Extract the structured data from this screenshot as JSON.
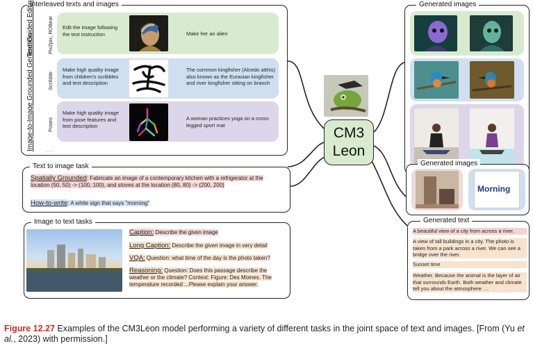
{
  "interleaved": {
    "title": "Interleaved texts and images",
    "group1_label": "Text-Guided Editing",
    "group2_label": "Image-to-Image Grounded Generation",
    "ellipsis": ". . .",
    "rows": [
      {
        "side": "Pix2pix, RDBear",
        "instruction": "Edit the image following the text instruction",
        "prompt": "Make her an alien"
      },
      {
        "side": "Scribble",
        "instruction": "Make high quality image from children's scribbles and text description",
        "prompt": "The common kingfisher (Alcedo atthis) also known as the Eurasian kingfisher and river kingfisher sitting on branch"
      },
      {
        "side": "Poses",
        "instruction": "Make high quality image from pose features and text description",
        "prompt": "A woman practices yoga on a cross-legged sport mat"
      }
    ]
  },
  "generated_top": {
    "title": "Generated images"
  },
  "generated_mid": {
    "title": "Generated images",
    "logo_text": "Morning"
  },
  "text_to_image": {
    "title": "Text to image task",
    "spatial_label": "Spatially Grounded",
    "spatial_text": ": Fabricate an image of a contemporary kitchen with a refrigerator at the location (50, 50) -> (100, 100), and stoves at the location (80, 80) -> (200, 200)",
    "howto_label": "How-to-write",
    "howto_text": ": A white sign that says \"morning\""
  },
  "image_to_text": {
    "title": "Image to text tasks",
    "caption_label": "Caption:",
    "caption_text": " Describe the given image",
    "long_label": "Long Caption:",
    "long_text": " Describe the given image in very detail",
    "vqa_label": "VQA:",
    "vqa_text": " Question: what time of the day is the photo taken?",
    "reasoning_label": "Reasoning:",
    "reasoning_text": " Question: Does this passage describe the weather or the climate? Context: Figure: Des Moines. The temperature recorded ...Please explain your answer."
  },
  "generated_text": {
    "title": "Generated text",
    "t1": "A beautiful view of a city from across a river.",
    "t2": "A view of tall buildings in a city. The photo is taken from a park across a river. We can see a bridge over the river.",
    "t3": "Sunset time",
    "t4": "Weather. Because the animal is the layer of air that surrounds Earth. Both weather and climate tell you about the atmosphere. ..."
  },
  "center": {
    "line1": "CM3",
    "line2": "Leon"
  },
  "caption": {
    "fig": "Figure 12.27",
    "text_a": "   Examples of the CM3Leon model performing a variety of different tasks in the joint space of text and images. [From (Yu ",
    "et_al": "et al.",
    "text_b": ", 2023) with permission.]"
  },
  "colors": {
    "green": "#d8ebce",
    "blue": "#cfdff0",
    "purple": "#dcd6ea",
    "pink": "#f0d9dc",
    "fig_red": "#d52b1e"
  }
}
